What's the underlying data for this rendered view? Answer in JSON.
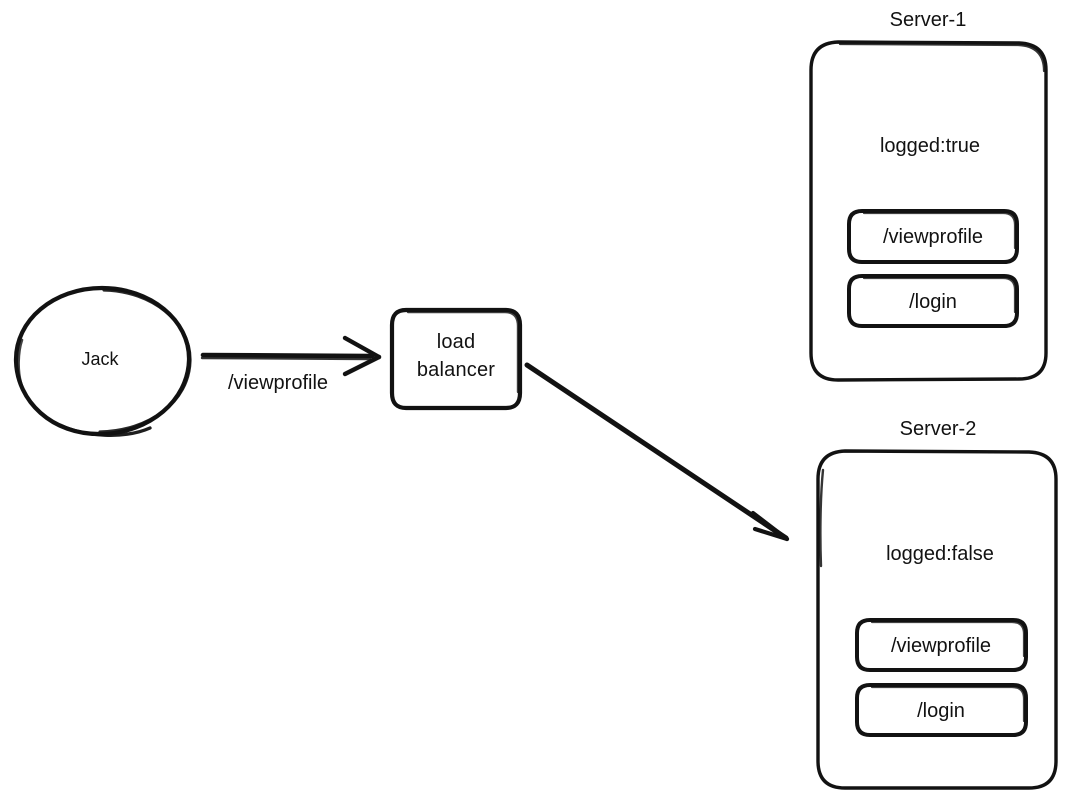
{
  "diagram": {
    "type": "hand-drawn-architecture-diagram",
    "background_color": "#ffffff",
    "stroke_color": "#121212",
    "text_color": "#121212"
  },
  "actor": {
    "id": "jack",
    "shape": "ellipse",
    "label": "Jack"
  },
  "load_balancer": {
    "id": "load-balancer",
    "shape": "rounded-rect",
    "line1": "load",
    "line2": "balancer"
  },
  "edges": [
    {
      "id": "jack-to-lb",
      "label": "/viewprofile",
      "from": "jack",
      "to": "load-balancer",
      "style": "solid-arrow"
    },
    {
      "id": "lb-to-server2",
      "label": "",
      "from": "load-balancer",
      "to": "server-2",
      "style": "solid-arrow"
    }
  ],
  "servers": [
    {
      "id": "server-1",
      "title": "Server-1",
      "state": "logged:true",
      "endpoints": [
        {
          "label": "/viewprofile"
        },
        {
          "label": "/login"
        }
      ]
    },
    {
      "id": "server-2",
      "title": "Server-2",
      "state": "logged:false",
      "endpoints": [
        {
          "label": "/viewprofile"
        },
        {
          "label": "/login"
        }
      ]
    }
  ]
}
